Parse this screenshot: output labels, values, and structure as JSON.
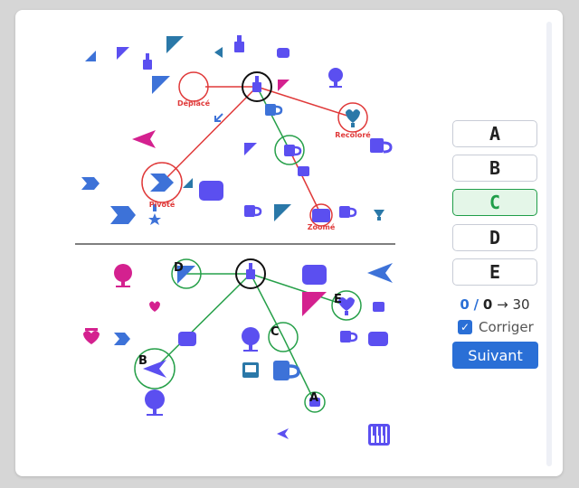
{
  "colors": {
    "purple": "#5b4ff0",
    "blue": "#3d72d8",
    "teal": "#2a78a8",
    "magenta": "#d4218f",
    "red_link": "#e03a3a",
    "green_link": "#27a04a",
    "black_circle": "#111111"
  },
  "top_labels": {
    "moved": "Déplacé",
    "recolored": "Recoloré",
    "rotated": "Pivoté",
    "zoomed": "Zoomé"
  },
  "bottom_labels": {
    "a": "A",
    "b": "B",
    "c": "C",
    "d": "D",
    "e": "E"
  },
  "answers": [
    {
      "label": "A",
      "state": "normal"
    },
    {
      "label": "B",
      "state": "normal"
    },
    {
      "label": "C",
      "state": "correct"
    },
    {
      "label": "D",
      "state": "normal"
    },
    {
      "label": "E",
      "state": "normal"
    }
  ],
  "score": {
    "current": "0",
    "separator": "/",
    "total": "0",
    "arrow": "→",
    "target": "30"
  },
  "correct_toggle": {
    "label": "Corriger",
    "checked": true
  },
  "next_button": {
    "label": "Suivant"
  }
}
